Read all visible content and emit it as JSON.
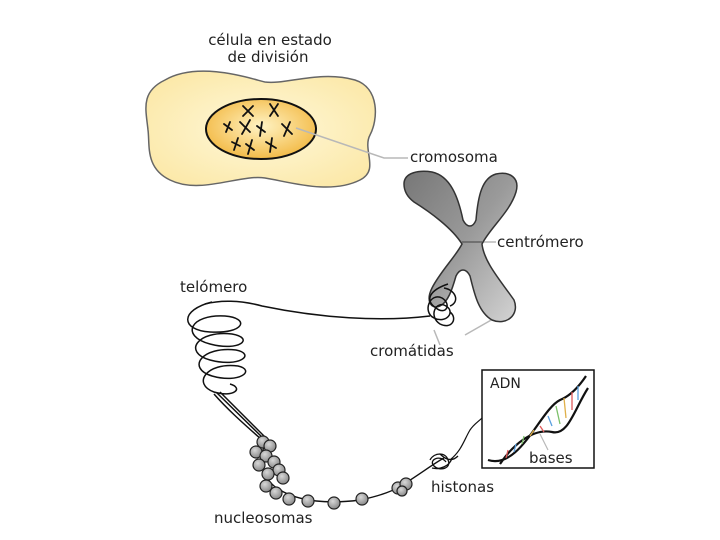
{
  "labels": {
    "cell_line1": "célula en estado",
    "cell_line2": "de división",
    "chromosome": "cromosoma",
    "centromere": "centrómero",
    "telomere": "telómero",
    "chromatids": "cromátidas",
    "dna": "ADN",
    "bases": "bases",
    "histones": "histonas",
    "nucleosomes": "nucleosomas"
  },
  "colors": {
    "cytoplasm": "#fdf0b8",
    "nucleus": "#f7c65a",
    "chromosome_fill": "#8f8f8f",
    "nucleosome_fill": "#a7a7a7",
    "line": "#111111",
    "leader": "#b8b8b8"
  }
}
